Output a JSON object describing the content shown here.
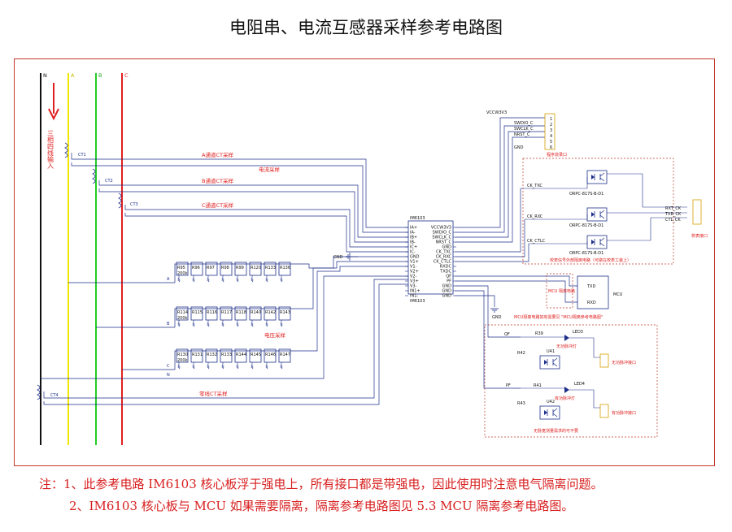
{
  "title": "电阻串、电流互感器采样参考电路图",
  "notes": {
    "line1": "注：1、此参考电路 IM6103 核心板浮于强电上，所有接口都是带强电，因此使用时注意电气隔离问题。",
    "line2": "2、IM6103 核心板与 MCU 如果需要隔离，隔离参考电路图见 5.3 MCU 隔离参考电路图。"
  },
  "phase_labels": [
    "N",
    "A",
    "B",
    "C"
  ],
  "input_label": "三相四线输入",
  "ct_labels": [
    "CT1",
    "CT2",
    "CT3",
    "CT4"
  ],
  "signal_labels": {
    "a_ct": "A通道CT采样",
    "current": "电流采样",
    "b_ct": "B通道CT采样",
    "c_ct": "C通道CT采样",
    "voltage": "电压采样",
    "zero_ct": "零线CT采样",
    "a": "A",
    "b": "B",
    "c": "C",
    "n": "N"
  },
  "resistor_rows": [
    [
      "R95",
      "R96",
      "R97",
      "R98",
      "R99",
      "R120",
      "R133",
      "R136"
    ],
    [
      "R114",
      "R115",
      "R116",
      "R117",
      "R118",
      "R140",
      "R142",
      "R143"
    ],
    [
      "R130",
      "R131",
      "R132",
      "R133",
      "R144",
      "R145",
      "R146",
      "R147"
    ]
  ],
  "resistor_value": "200k",
  "chip": {
    "name": "IM6103",
    "left_pins": [
      "IA+",
      "IA-",
      "IB+",
      "IB-",
      "IC+",
      "IC-",
      "GND",
      "V1+",
      "V1-",
      "V2+",
      "V2-",
      "V3+",
      "V3-",
      "IN1+",
      "IN1-"
    ],
    "right_pins": [
      "VCCW3V3",
      "SWDIO_C",
      "SWCLK_C",
      "NRST_C",
      "GND",
      "CK_TXC",
      "CK_RXC",
      "CK_CTLC",
      "RXDC",
      "TXDC",
      "QF",
      "PF",
      "GND",
      "GND",
      "GND"
    ]
  },
  "j_header_label": "程序烧录口",
  "j_header_pins": [
    "1",
    "2",
    "3",
    "4",
    "5",
    "6"
  ],
  "swd_nets": [
    "SWDIO_C",
    "SWCLK_C",
    "NRST_C",
    "GND"
  ],
  "vcc_label": "VCCW3V3",
  "gnd_label": "GND",
  "verify_caption": "校表信号外部隔离电路（可做在校表工装上）",
  "verify_port": "校表接口",
  "verify_nets": [
    "CK_TXC",
    "CK_RXC",
    "CK_CTLC",
    "RXT_CK",
    "TXR_CK",
    "CTL_CK"
  ],
  "opto_part": "ORPC-817S-B-D1",
  "iso_box": "MCU 隔离电路",
  "mcu_label": "MCU",
  "mcu_pins": [
    "TXD",
    "RXD"
  ],
  "iso_note": "MCU隔离电路如有需要见 \"MCU隔离参考电路图\"",
  "pulse": {
    "q_led": "无功脉冲灯",
    "q_port": "无功脉冲接口",
    "p_led": "有功脉冲灯",
    "p_port": "有功脉冲接口",
    "note": "无脉宽测量需求的可不要",
    "parts": [
      "R39",
      "LED3",
      "R42",
      "U41",
      "R41",
      "LED4",
      "R43",
      "U42"
    ],
    "nets": [
      "QF",
      "PF"
    ]
  },
  "colors": {
    "frame": "#c0392b",
    "note_red": "#d81e1e",
    "wire_blue": "#1d2f8a",
    "phase_a": "#f2e600",
    "phase_b": "#22cc22",
    "phase_c": "#e02020",
    "neutral": "#111111"
  }
}
